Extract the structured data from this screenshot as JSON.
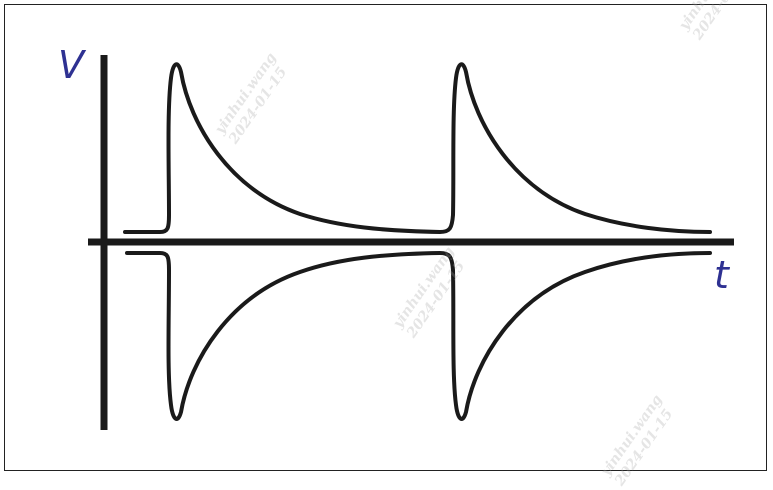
{
  "diagram": {
    "y_axis_label": "V",
    "x_axis_label": "t",
    "stroke_color": "#1a1a1a",
    "label_color": "#2e3192"
  },
  "watermark": {
    "line1": "yinhui.wang",
    "line2": "2024-01-15"
  }
}
